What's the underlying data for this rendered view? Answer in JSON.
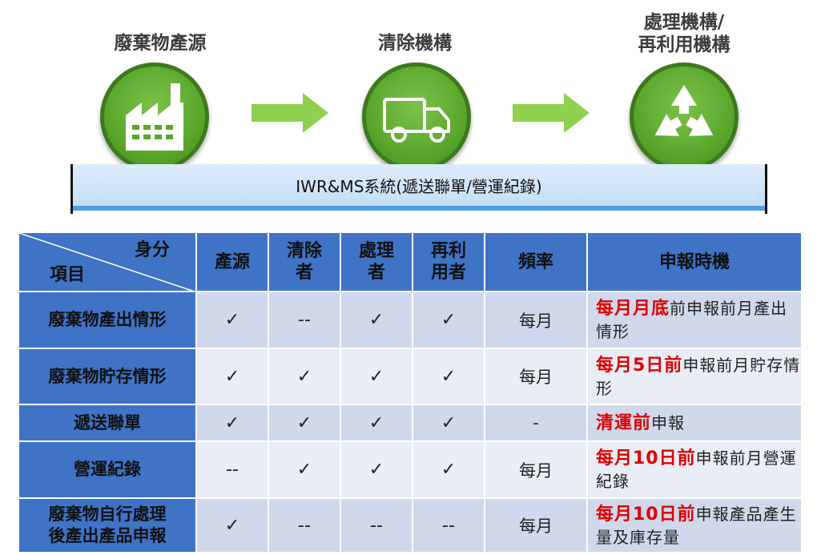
{
  "flow": {
    "steps": [
      {
        "label": "廢棄物產源",
        "icon": "factory-icon"
      },
      {
        "label": "清除機構",
        "icon": "truck-icon"
      },
      {
        "label_line1": "處理機構/",
        "label_line2": "再利用機構",
        "icon": "recycle-icon"
      }
    ],
    "system_label": "IWR&MS系統(遞送聯單/營運紀錄)",
    "colors": {
      "circle": "#5aa72c",
      "arrow": "#8fd14f",
      "bar": "#c5def5",
      "bar_edge": "#4f9fe0"
    }
  },
  "table": {
    "corner_top": "身分",
    "corner_bottom": "項目",
    "headers": [
      {
        "l1": "產源"
      },
      {
        "l1": "清除",
        "l2": "者"
      },
      {
        "l1": "處理",
        "l2": "者"
      },
      {
        "l1": "再利",
        "l2": "用者"
      },
      {
        "l1": "頻率"
      },
      {
        "l1": "申報時機"
      }
    ],
    "rows": [
      {
        "item_l1": "廢棄物產出情形",
        "item_l2": "",
        "cells": [
          "✓",
          "--",
          "✓",
          "✓"
        ],
        "freq": "每月",
        "timing_hl": "每月月底",
        "timing_rest": "前申報前月產出情形"
      },
      {
        "item_l1": "廢棄物貯存情形",
        "item_l2": "",
        "cells": [
          "✓",
          "✓",
          "✓",
          "✓"
        ],
        "freq": "每月",
        "timing_hl": "每月5日前",
        "timing_rest": "申報前月貯存情形"
      },
      {
        "item_l1": "遞送聯單",
        "item_l2": "",
        "cells": [
          "✓",
          "✓",
          "✓",
          "✓"
        ],
        "freq": "-",
        "timing_hl": "清運前",
        "timing_rest": "申報"
      },
      {
        "item_l1": "營運紀錄",
        "item_l2": "",
        "cells": [
          "--",
          "✓",
          "✓",
          "✓"
        ],
        "freq": "每月",
        "timing_hl": "每月10日前",
        "timing_rest": "申報前月營運紀錄"
      },
      {
        "item_l1": "廢棄物自行處理",
        "item_l2": "後產出產品申報",
        "cells": [
          "✓",
          "--",
          "--",
          "--"
        ],
        "freq": "每月",
        "timing_hl": "每月10日前",
        "timing_rest": "申報產品產生量及庫存量"
      }
    ],
    "colors": {
      "header": "#3f73c6",
      "row_odd": "#d0d8ec",
      "row_even": "#e9edf6",
      "highlight": "#e00000"
    }
  }
}
